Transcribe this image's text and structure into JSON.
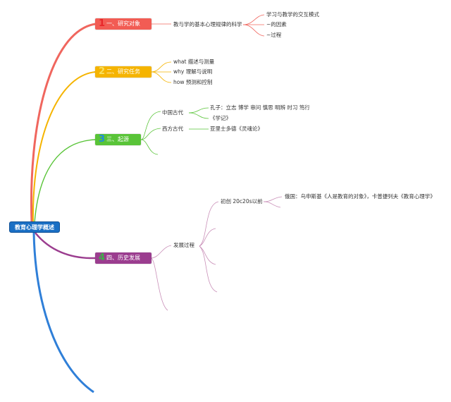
{
  "root": "教育心理学概述",
  "branches": [
    {
      "num": "1",
      "label": "一、研究对象",
      "color": "#f25c54",
      "numColor": "#e8262a"
    },
    {
      "num": "2",
      "label": "二、研究任务",
      "color": "#f5b400",
      "numColor": "#f7df5f"
    },
    {
      "num": "3",
      "label": "三、起源",
      "color": "#59c438",
      "numColor": "#1f8ae0"
    },
    {
      "num": "4",
      "label": "四、历史发展",
      "color": "#9b3d8f",
      "numColor": "#3fae4a"
    }
  ],
  "b1": {
    "main": "教与学的基本心理规律的科学",
    "items": [
      "学习与教学的交互模式",
      "~的因素",
      "~过程"
    ]
  },
  "b2": {
    "items": [
      "what 描述与测量",
      "why 理解与说明",
      "how 预测和控制"
    ]
  },
  "b3": {
    "china": "中国古代",
    "china_items": [
      "孔子：立志 博学 审问 慎思 明辨 时习 笃行",
      "《学记》"
    ],
    "west": "西方古代",
    "west_item": "亚里士多德《灵魂论》"
  },
  "b4": {
    "node": "发展过程",
    "stage": "初创 20c20s以前",
    "stage_item": "俄国：乌申斯基《人是教育的对象》，卡普捷列夫《教育心理学》"
  }
}
